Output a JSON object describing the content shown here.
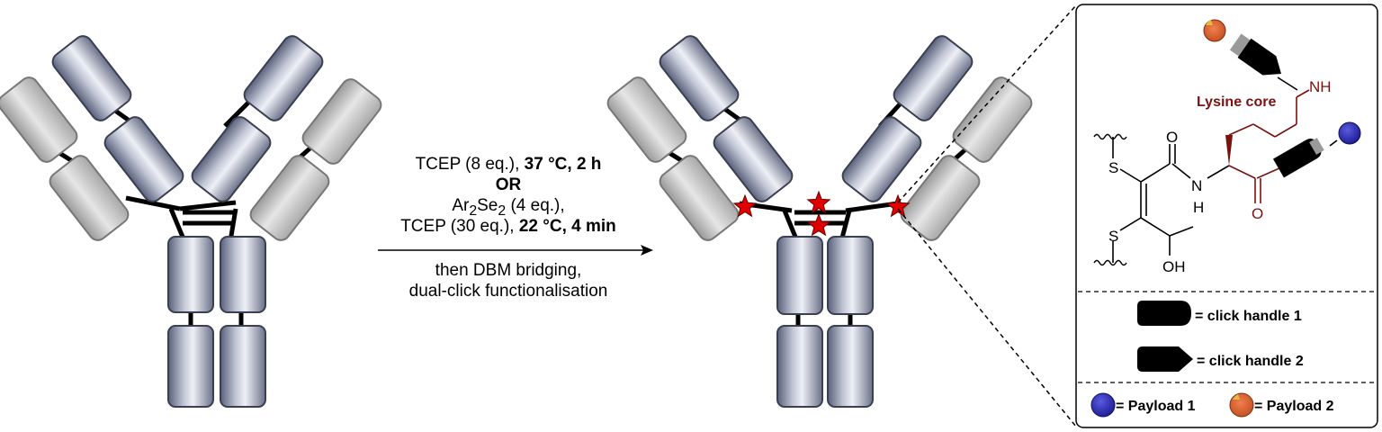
{
  "conditions": {
    "line1_a": "TCEP (8 eq.), ",
    "line1_b": "37 °C, 2 h",
    "line2": "OR",
    "line3_a": "Ar",
    "line3_sub1": "2",
    "line3_b": "Se",
    "line3_sub2": "2",
    "line3_c": " (4 eq.),",
    "line4_a": "TCEP (30 eq.), ",
    "line4_b": "22 °C, 4 min",
    "line5": "then DBM bridging,",
    "line6": "dual-click functionalisation"
  },
  "structure": {
    "core_label": "Lysine core",
    "nh_top": "NH",
    "o_top": "O",
    "s_top": "S",
    "s_bottom": "S",
    "n_amide": "N",
    "h_amide": "H",
    "o_ketone": "O",
    "oh": "OH"
  },
  "legend": {
    "handle1": "= click handle 1",
    "handle2": "= click handle 2",
    "payload1": "= Payload 1",
    "payload2": "= Payload 2"
  },
  "colors": {
    "lysine": "#7a1212",
    "payload1": "#2a2ab8",
    "payload2": "#d9622b",
    "payload2_accent": "#e8b840",
    "star": "#e00000",
    "handle": "#000000"
  }
}
